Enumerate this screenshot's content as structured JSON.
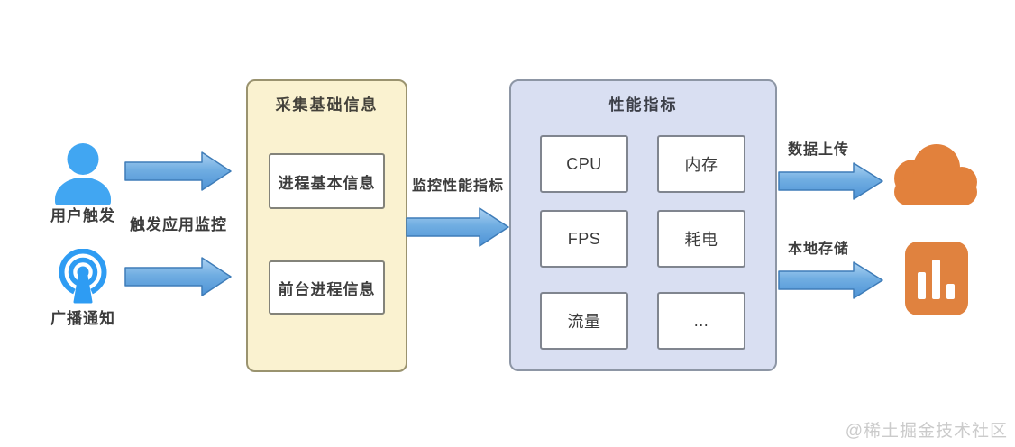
{
  "left": {
    "user_label": "用户触发",
    "broadcast_label": "广播通知",
    "trigger_arrow_label": "触发应用监控"
  },
  "collect": {
    "title": "采集基础信息",
    "items": [
      "进程基本信息",
      "前台进程信息"
    ]
  },
  "monitor_arrow_label": "监控性能指标",
  "metrics": {
    "title": "性能指标",
    "cells": [
      "CPU",
      "内存",
      "FPS",
      "耗电",
      "流量",
      "..."
    ]
  },
  "right": {
    "upload_label": "数据上传",
    "local_label": "本地存储"
  },
  "watermark": "@稀土掘金技术社区",
  "colors": {
    "arrow_blue_fill": "#71aee2",
    "arrow_blue_border": "#3e7cb8",
    "icon_blue": "#3ba2f2",
    "icon_orange": "#e2813c",
    "collect_panel_fill": "#faf2d0",
    "metrics_panel_fill": "#d9dff2"
  }
}
